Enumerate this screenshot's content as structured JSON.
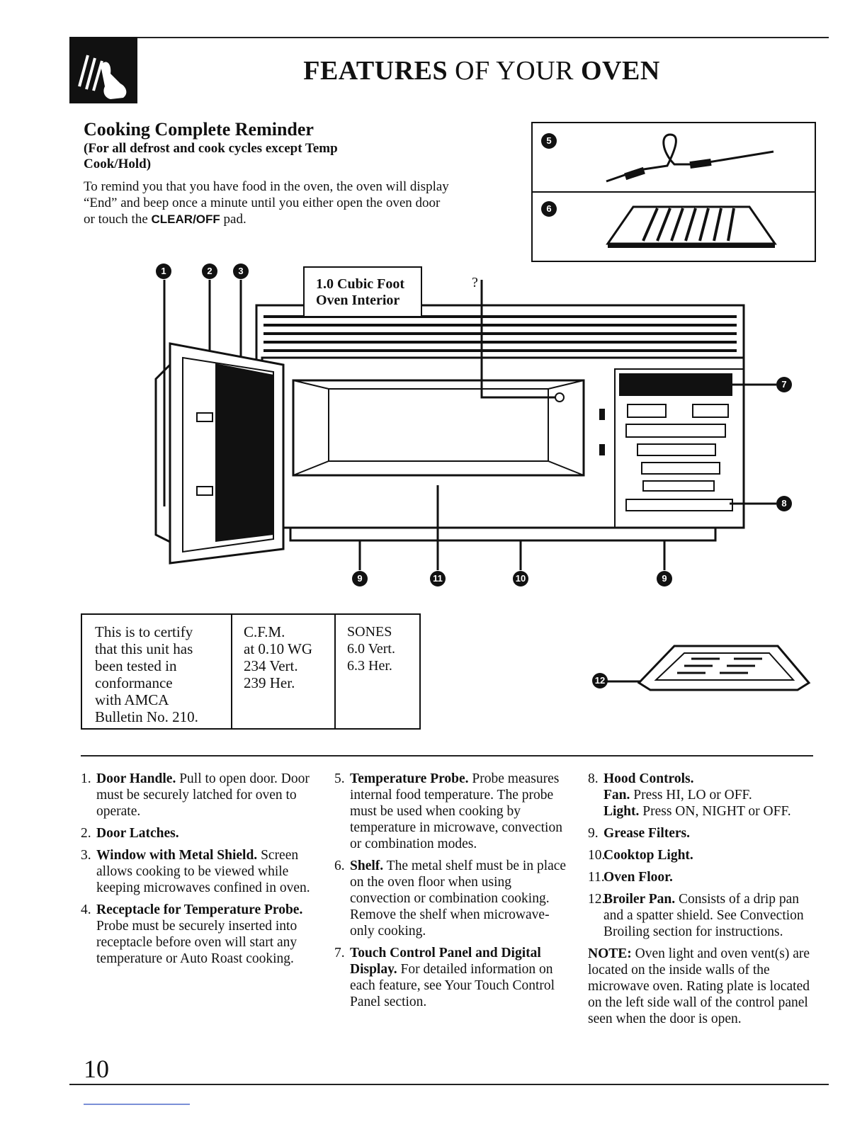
{
  "header": {
    "title_part1": "FEATURES",
    "title_part2": " OF YOUR ",
    "title_part3": "OVEN"
  },
  "section": {
    "heading": "Cooking Complete Reminder",
    "subheading": "(For all defrost and cook cycles except Temp Cook/Hold)",
    "body_part1": "To remind you that you have food in the oven, the oven will display “End” and beep once a minute until you either open the oven door or touch the ",
    "body_bold": "CLEAR/OFF",
    "body_part2": " pad."
  },
  "diagram": {
    "interior_label_line1": "1.0 Cubic Foot",
    "interior_label_line2": "Oven Interior",
    "question_mark": "?",
    "badges": [
      "1",
      "2",
      "3",
      "5",
      "6",
      "7",
      "8",
      "9",
      "11",
      "10",
      "9",
      "12"
    ]
  },
  "certification": {
    "col1": [
      "This is to certify",
      "that this unit has",
      "been tested in",
      "conformance",
      "with AMCA",
      "Bulletin No. 210."
    ],
    "col2": [
      "C.F.M.",
      "at 0.10 WG",
      "234 Vert.",
      "239 Her."
    ],
    "col3": [
      "SONES",
      "6.0 Vert.",
      "6.3 Her."
    ]
  },
  "features_col1": [
    {
      "num": "1.",
      "name": "Door Handle.",
      "text": " Pull to open door. Door must be securely latched for oven to operate."
    },
    {
      "num": "2.",
      "name": "Door Latches.",
      "text": ""
    },
    {
      "num": "3.",
      "name": "Window with Metal Shield.",
      "text": " Screen allows cooking to be viewed while keeping microwaves confined in oven."
    },
    {
      "num": "4.",
      "name": "Receptacle for Temperature Probe.",
      "text": " Probe must be securely inserted into receptacle before oven will start any temperature or Auto Roast cooking."
    }
  ],
  "features_col2": [
    {
      "num": "5.",
      "name": "Temperature Probe.",
      "text": " Probe measures internal food temperature. The probe must be used when cooking by temperature in microwave, convection or combination modes."
    },
    {
      "num": "6.",
      "name": "Shelf.",
      "text": " The metal shelf must be in place on the oven floor when using convection or combination cooking. Remove the shelf when microwave-only cooking."
    },
    {
      "num": "7.",
      "name": "Touch Control Panel and Digital Display.",
      "text": " For detailed information on each feature, see Your Touch Control Panel section."
    }
  ],
  "features_col3": [
    {
      "num": "8.",
      "name": "Hood Controls.",
      "text": ""
    },
    {
      "num": "",
      "name": "Fan.",
      "text": " Press HI, LO or OFF."
    },
    {
      "num": "",
      "name": "Light.",
      "text": " Press ON, NIGHT or OFF."
    },
    {
      "num": "9.",
      "name": "Grease Filters.",
      "text": ""
    },
    {
      "num": "10.",
      "name": "Cooktop Light.",
      "text": ""
    },
    {
      "num": "11.",
      "name": "Oven Floor.",
      "text": ""
    },
    {
      "num": "12.",
      "name": "Broiler Pan.",
      "text": " Consists of a drip pan and a spatter shield. See Convection Broiling section for instructions."
    }
  ],
  "note": {
    "label": "NOTE:",
    "text": " Oven light and oven vent(s) are located on the inside walls of the microwave oven. Rating plate is located on the left side wall of the control panel seen when the door is open."
  },
  "page_number": "10"
}
